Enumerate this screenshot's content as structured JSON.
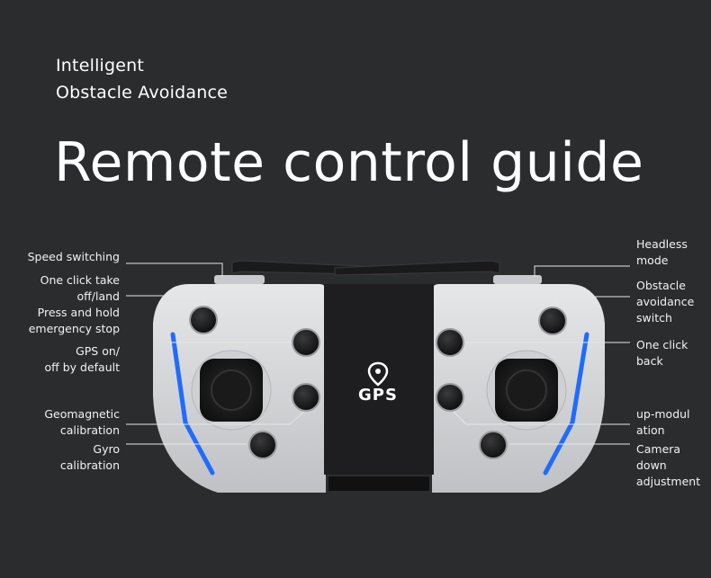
{
  "header": {
    "subtitle_line1": "Intelligent",
    "subtitle_line2": "Obstacle Avoidance",
    "title": "Remote control guide"
  },
  "device": {
    "center_logo_text": "GPS",
    "logo_icon": "location-pin-icon",
    "body_color": "#d9dadc",
    "dark_color": "#1c1c1e",
    "accent_color": "#1f6bff"
  },
  "labels": {
    "left": [
      {
        "id": "speed-switching",
        "lines": [
          "Speed switching"
        ]
      },
      {
        "id": "takeoff-land",
        "lines": [
          "One click take",
          "off/land",
          "Press and hold",
          "emergency stop"
        ]
      },
      {
        "id": "gps-toggle",
        "lines": [
          "GPS on/",
          "off by default"
        ]
      },
      {
        "id": "geomagnetic-calibration",
        "lines": [
          "Geomagnetic",
          "calibration"
        ]
      },
      {
        "id": "gyro-calibration",
        "lines": [
          "Gyro",
          "calibration"
        ]
      }
    ],
    "right": [
      {
        "id": "headless-mode",
        "lines": [
          "Headless",
          "mode"
        ]
      },
      {
        "id": "obstacle-switch",
        "lines": [
          "Obstacle",
          "avoidance",
          "switch"
        ]
      },
      {
        "id": "one-click-back",
        "lines": [
          "One click",
          "back"
        ]
      },
      {
        "id": "up-modulation",
        "lines": [
          "up-modul",
          "ation"
        ]
      },
      {
        "id": "camera-down",
        "lines": [
          "Camera",
          "down",
          "adjustment"
        ]
      }
    ]
  }
}
